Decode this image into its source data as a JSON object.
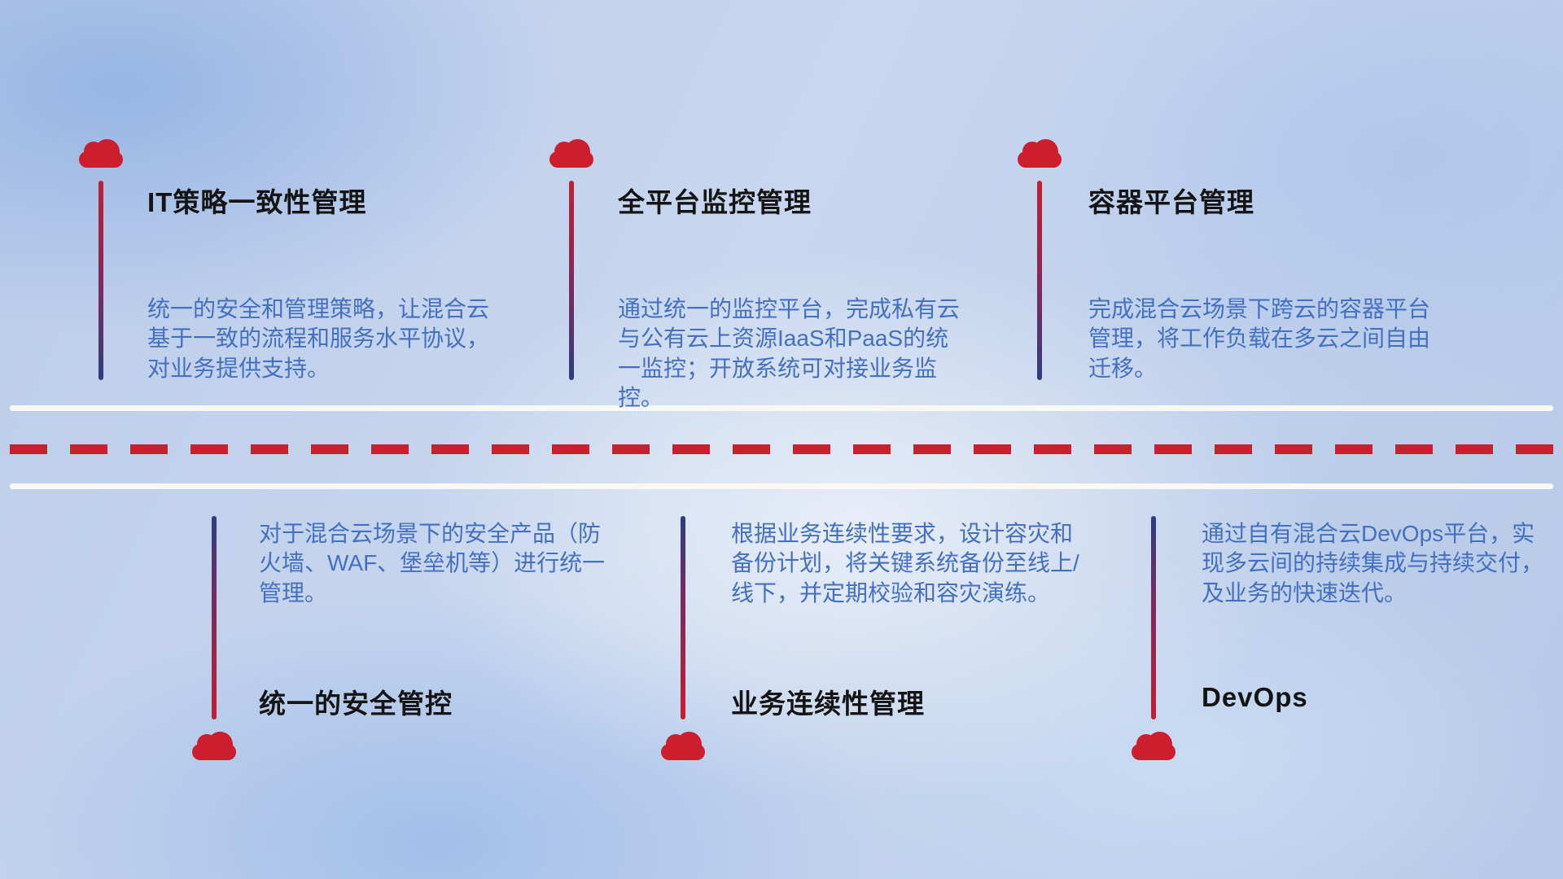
{
  "colors": {
    "cloud_red": "#ce1e2e",
    "dash_red": "#c8202e",
    "line_red": "#c41f2e",
    "line_blue": "#2e3d7d",
    "timeline_white": "#faf8f3",
    "text_title": "#141414",
    "text_desc": "#4470bf"
  },
  "top_items": [
    {
      "title": "IT策略一致性管理",
      "description": "统一的安全和管理策略，让混合云基于一致的流程和服务水平协议，对业务提供支持。"
    },
    {
      "title": "全平台监控管理",
      "description": "通过统一的监控平台，完成私有云与公有云上资源IaaS和PaaS的统一监控；开放系统可对接业务监控。"
    },
    {
      "title": "容器平台管理",
      "description": "完成混合云场景下跨云的容器平台管理，将工作负载在多云之间自由迁移。"
    }
  ],
  "bottom_items": [
    {
      "title": "统一的安全管控",
      "description": "对于混合云场景下的安全产品（防火墙、WAF、堡垒机等）进行统一管理。"
    },
    {
      "title": "业务连续性管理",
      "description": "根据业务连续性要求，设计容灾和备份计划，将关键系统备份至线上/线下，并定期校验和容灾演练。"
    },
    {
      "title": "DevOps",
      "description": "通过自有混合云DevOps平台，实现多云间的持续集成与持续交付，及业务的快速迭代。"
    }
  ]
}
